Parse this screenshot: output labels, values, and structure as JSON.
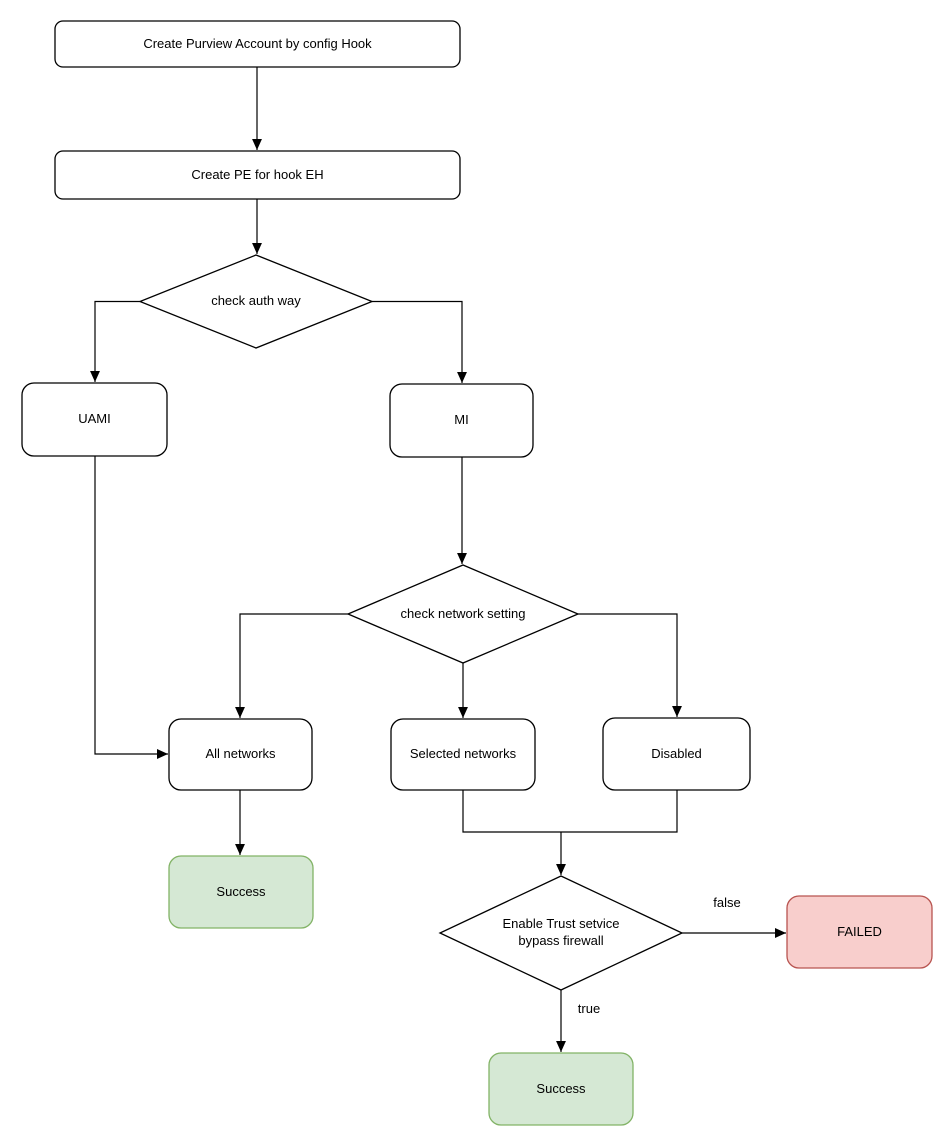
{
  "diagram": {
    "nodes": {
      "create_account": {
        "label": "Create Purview Account by config Hook",
        "shape": "rectangle",
        "status": "default"
      },
      "create_pe": {
        "label": "Create PE for hook EH",
        "shape": "rectangle",
        "status": "default"
      },
      "check_auth": {
        "label": "check auth way",
        "shape": "diamond",
        "status": "default"
      },
      "uami": {
        "label": "UAMI",
        "shape": "rounded",
        "status": "default"
      },
      "mi": {
        "label": "MI",
        "shape": "rounded",
        "status": "default"
      },
      "check_network": {
        "label": "check network setting",
        "shape": "diamond",
        "status": "default"
      },
      "all_networks": {
        "label": "All networks",
        "shape": "rounded",
        "status": "default"
      },
      "selected_networks": {
        "label": "Selected networks",
        "shape": "rounded",
        "status": "default"
      },
      "disabled": {
        "label": "Disabled",
        "shape": "rounded",
        "status": "default"
      },
      "success_all": {
        "label": "Success",
        "shape": "rounded",
        "status": "success"
      },
      "trust_service": {
        "label": "Enable Trust setvice bypass firewall",
        "shape": "diamond",
        "status": "default"
      },
      "failed": {
        "label": "FAILED",
        "shape": "rounded",
        "status": "failed"
      },
      "success_trust": {
        "label": "Success",
        "shape": "rounded",
        "status": "success"
      }
    },
    "edge_labels": {
      "false_branch": "false",
      "true_branch": "true"
    },
    "colors": {
      "node_fill": "#ffffff",
      "node_stroke": "#000000",
      "success_fill": "#d5e8d4",
      "success_stroke": "#82b366",
      "failed_fill": "#f8cecc",
      "failed_stroke": "#b85450",
      "edge_stroke": "#000000",
      "text": "#000000"
    }
  }
}
